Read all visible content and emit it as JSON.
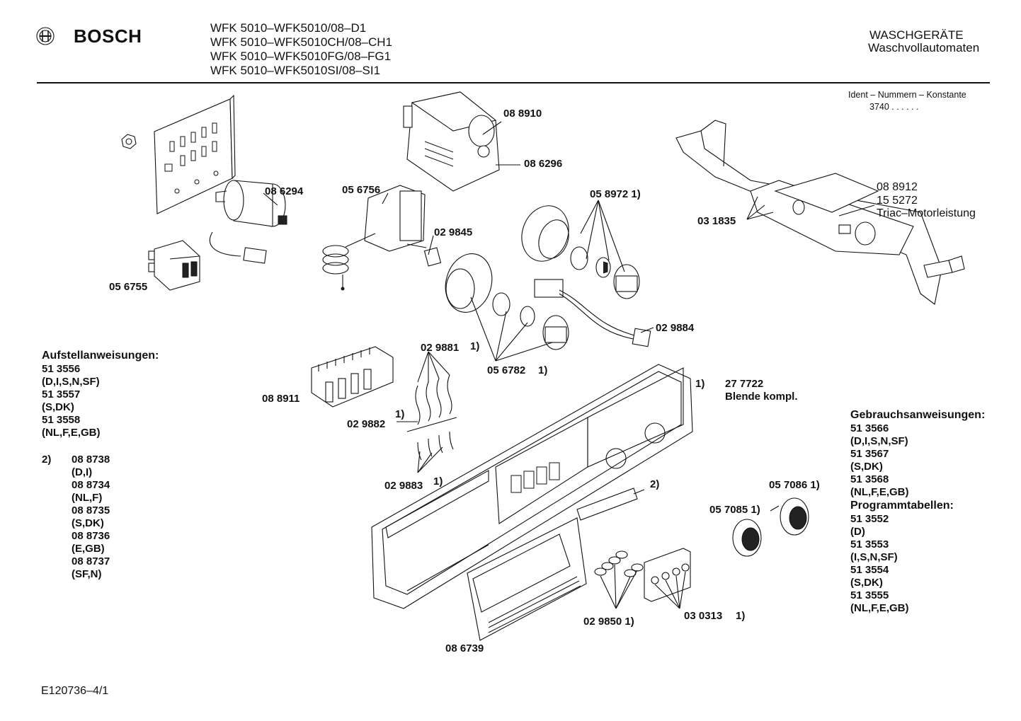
{
  "header": {
    "brand": "BOSCH",
    "models": [
      "WFK 5010–WFK5010/08–D1",
      "WFK 5010–WFK5010CH/08–CH1",
      "WFK 5010–WFK5010FG/08–FG1",
      "WFK 5010–WFK5010SI/08–SI1"
    ],
    "category": "WASCHGERÄTE",
    "subcategory": "Waschvollautomaten"
  },
  "ident": {
    "title": "Ident – Nummern – Konstante",
    "value": "3740 . . . . . ."
  },
  "parts": {
    "p088910": "08 8910",
    "p086296": "08 6296",
    "p086294": "08 6294",
    "p056756": "05 6756",
    "p058972": "05 8972 1)",
    "p029845": "02 9845",
    "p056755": "05 6755",
    "p088912": "08 8912",
    "p155272": "15 5272",
    "triac": "Triac–Motorleistung",
    "p031835": "03 1835",
    "p029884": "02 9884",
    "p029881": "02 9881",
    "p029881_note": "1)",
    "p056782": "05 6782",
    "p056782_note": "1)",
    "p088911": "08 8911",
    "p029882_note": "1)",
    "p029882": "02 9882",
    "p029883": "02 9883",
    "p029883_note": "1)",
    "blende_note": "1)",
    "p277722": "27 7722",
    "blende": "Blende kompl.",
    "note2": "2)",
    "p057086": "05 7086 1)",
    "p057085": "05 7085 1)",
    "p029850": "02 9850 1)",
    "p030313": "03 0313",
    "p030313_note": "1)",
    "p086739": "08 6739"
  },
  "aufstell": {
    "title": "Aufstellanweisungen:",
    "lines": [
      "51 3556",
      "(D,I,S,N,SF)",
      "51 3557",
      "(S,DK)",
      "51 3558",
      "(NL,F,E,GB)"
    ]
  },
  "note2_list": {
    "marker": "2)",
    "lines": [
      "08 8738",
      "(D,I)",
      "08 8734",
      "(NL,F)",
      "08 8735",
      "(S,DK)",
      "08 8736",
      "(E,GB)",
      "08 8737",
      "(SF,N)"
    ]
  },
  "gebrauch": {
    "title": "Gebrauchsanweisungen:",
    "lines": [
      "51 3566",
      "(D,I,S,N,SF)",
      "51 3567",
      "(S,DK)",
      "51 3568",
      "(NL,F,E,GB)"
    ],
    "prog_title": "Programmtabellen:",
    "prog_lines": [
      "51 3552",
      "(D)",
      "51 3553",
      "(I,S,N,SF)",
      "51 3554",
      "(S,DK)",
      "51 3555",
      "(NL,F,E,GB)"
    ]
  },
  "footer": {
    "code": "E120736–4/1"
  }
}
